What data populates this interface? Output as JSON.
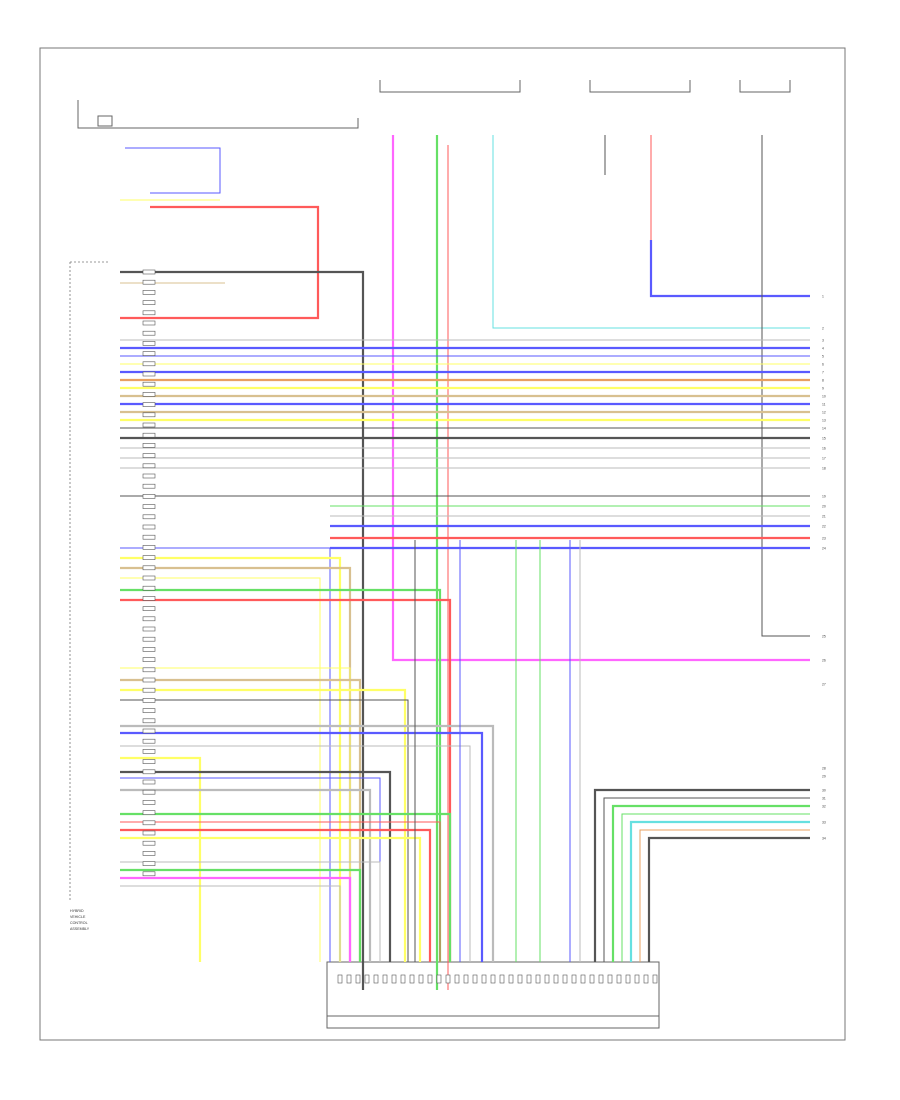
{
  "diagram": {
    "ecu_label_lines": [
      "HYBRID",
      "VEHICLE",
      "CONTROL",
      "ASSEMBLY"
    ],
    "top_label": "",
    "bottom_label_1": "",
    "bottom_label_2": "",
    "footnote": "",
    "right_pins": [
      "1",
      "2",
      "3",
      "4",
      "5",
      "6",
      "7",
      "8",
      "9",
      "10",
      "11",
      "12",
      "13",
      "14",
      "15",
      "16",
      "17",
      "18",
      "19",
      "20",
      "21",
      "22",
      "23",
      "24",
      "25",
      "26",
      "27",
      "28",
      "29",
      "30",
      "31",
      "32",
      "33",
      "34"
    ]
  },
  "colors": {
    "red": "#ff5a5a",
    "pink": "#ff66ff",
    "green": "#66e066",
    "blue": "#5a5aff",
    "yellow": "#ffff66",
    "gray": "#555555",
    "light_gray": "#bbbbbb",
    "cyan": "#66e0e0",
    "orange": "#e8a060",
    "tan": "#d8c090"
  }
}
